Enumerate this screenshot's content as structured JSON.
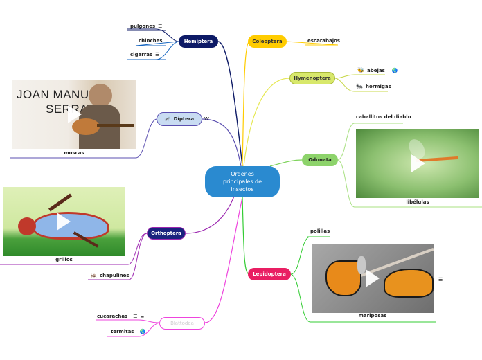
{
  "center": {
    "label": "Órdenes principales de insectos"
  },
  "branches": {
    "hemiptera": {
      "label": "Hemiptera",
      "color": "#0d1a66",
      "children": [
        "pulgones",
        "chinches",
        "cigarras"
      ]
    },
    "diptera": {
      "label": "Díptera",
      "color": "#c9dcf2",
      "marker": "W",
      "video_title_1": "JOAN MANUEL",
      "video_title_2": "SERRAT",
      "caption": "moscas"
    },
    "orthoptera": {
      "label": "Orthoptera",
      "color": "#1a237e",
      "caption": "grillos",
      "child": "chapulines"
    },
    "blattodea": {
      "label": "Blattodea",
      "color": "#ffffff",
      "children": [
        "cucarachas",
        "termitas"
      ]
    },
    "coleoptera": {
      "label": "Coleoptera",
      "color": "#ffcc00",
      "child": "escarabajos"
    },
    "hymenoptera": {
      "label": "Hymenoptera",
      "color": "#d8e86b",
      "children": [
        "abejas",
        "hormigas"
      ]
    },
    "odonata": {
      "label": "Odonata",
      "color": "#8dd36b",
      "child": "caballitos del diablo",
      "caption": "libélulas"
    },
    "lepidoptera": {
      "label": "Lepidoptera",
      "color": "#e91e63",
      "child": "polillas",
      "caption": "mariposas"
    }
  },
  "icons": {
    "note": "☰",
    "globe": "🌏",
    "minus": "▬"
  }
}
